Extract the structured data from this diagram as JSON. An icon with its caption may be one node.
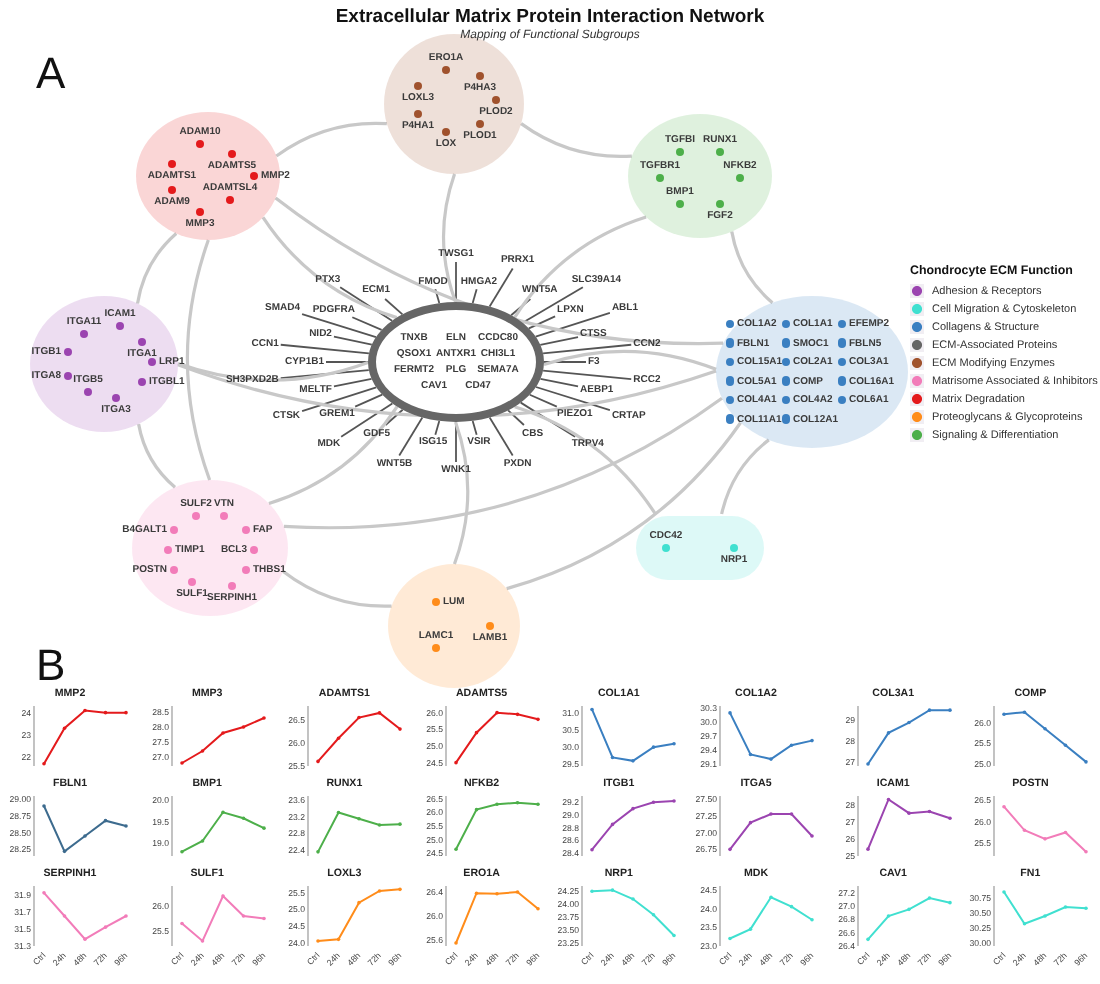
{
  "diagram": {
    "title": "Extracellular Matrix Protein Interaction Network",
    "nodes": [
      {
        "text": [],
        "shape": "circle"
      },
      {
        "text": [
          "ERO1A"
        ],
        "in": 0
      },
      {
        "text": [
          "P4HA3"
        ],
        "in": 0
      },
      {
        "text": [
          "LOXL3"
        ],
        "in": 0
      },
      {
        "text": [
          "PLOD2"
        ],
        "in": 0
      },
      {
        "text": [
          "P4HA1"
        ],
        "in": 0
      },
      {
        "text": [
          "LOX"
        ],
        "in": 0
      },
      {
        "text": [
          "PLOD1"
        ],
        "in": 0
      },
      {
        "text": [],
        "shape": "circle"
      },
      {
        "text": [
          "ADAM10"
        ],
        "in": 8
      },
      {
        "text": [
          "ADAMTS1"
        ],
        "in": 8
      },
      {
        "text": [
          "ADAMTS5"
        ],
        "in": 8
      },
      {
        "text": [
          "MMP2"
        ],
        "in": 8
      },
      {
        "text": [
          "ADAM9"
        ],
        "in": 8
      },
      {
        "text": [
          "ADAMTSL4"
        ],
        "in": 8
      },
      {
        "text": [
          "MMP3"
        ],
        "in": 8
      },
      {
        "text": [],
        "shape": "circle"
      },
      {
        "text": [
          "TGFBI"
        ],
        "in": 16
      },
      {
        "text": [
          "RUNX1"
        ],
        "in": 16
      },
      {
        "text": [
          "TGFBR1"
        ],
        "in": 16
      },
      {
        "text": [
          "NFKB2"
        ],
        "in": 16
      },
      {
        "text": [
          "BMP1"
        ],
        "in": 16
      },
      {
        "text": [
          "FGF2"
        ],
        "in": 16
      },
      {
        "text": [],
        "shape": "circle"
      },
      {
        "text": [
          "ICAM1"
        ],
        "in": 23
      },
      {
        "text": [
          "ITGA11"
        ],
        "in": 23
      },
      {
        "text": [
          "ITGB1"
        ],
        "in": 23
      },
      {
        "text": [
          "ITGA1"
        ],
        "in": 23
      },
      {
        "text": [
          "LRP1"
        ],
        "in": 23
      },
      {
        "text": [
          "ITGA8"
        ],
        "in": 23
      },
      {
        "text": [
          "ITGB5"
        ],
        "in": 23
      },
      {
        "text": [
          "ITGBL1"
        ],
        "in": 23
      },
      {
        "text": [
          "ITGA3"
        ],
        "in": 23
      },
      {
        "text": [],
        "shape": "circle"
      },
      {
        "text": [
          "COL1A2"
        ],
        "in": 33
      },
      {
        "text": [
          "COL1A1"
        ],
        "in": 33
      },
      {
        "text": [
          "EFEMP2"
        ],
        "in": 33
      },
      {
        "text": [
          "FBLN1"
        ],
        "in": 33
      },
      {
        "text": [
          "SMOC1"
        ],
        "in": 33
      },
      {
        "text": [
          "FBLN5"
        ],
        "in": 33
      },
      {
        "text": [
          "COL15A1"
        ],
        "in": 33
      },
      {
        "text": [
          "COL2A1"
        ],
        "in": 33
      },
      {
        "text": [
          "COL3A1"
        ],
        "in": 33
      },
      {
        "text": [
          "COL5A1"
        ],
        "in": 33
      },
      {
        "text": [
          "COMP"
        ],
        "in": 33
      },
      {
        "text": [
          "COL16A1"
        ],
        "in": 33
      },
      {
        "text": [
          "COL4A1"
        ],
        "in": 33
      },
      {
        "text": [
          "COL4A2"
        ],
        "in": 33
      },
      {
        "text": [
          "COL6A1"
        ],
        "in": 33
      },
      {
        "text": [
          "COL11A1"
        ],
        "in": 33
      },
      {
        "text": [
          "COL12A1"
        ],
        "in": 33
      },
      {
        "text": [],
        "shape": "circle"
      },
      {
        "text": [
          "SULF2"
        ],
        "in": 51
      },
      {
        "text": [
          "VTN"
        ],
        "in": 51
      },
      {
        "text": [
          "B4GALT1"
        ],
        "in": 51
      },
      {
        "text": [
          "FAP"
        ],
        "in": 51
      },
      {
        "text": [
          "TIMP1"
        ],
        "in": 51
      },
      {
        "text": [
          "BCL3"
        ],
        "in": 51
      },
      {
        "text": [
          "POSTN"
        ],
        "in": 51
      },
      {
        "text": [
          "THBS1"
        ],
        "in": 51
      },
      {
        "text": [
          "SULF1"
        ],
        "in": 51
      },
      {
        "text": [
          "SERPINH1"
        ],
        "in": 51
      },
      {
        "text": [],
        "shape": "circle"
      },
      {
        "text": [
          "LUM"
        ],
        "in": 62
      },
      {
        "text": [
          "LAMB1"
        ],
        "in": 62
      },
      {
        "text": [
          "LAMC1"
        ],
        "in": 62
      },
      {
        "text": [],
        "shape": "box"
      },
      {
        "text": [
          "CDC42"
        ],
        "in": 66
      },
      {
        "text": [
          "NRP1"
        ],
        "in": 66
      },
      {
        "text": [],
        "shape": "circle"
      },
      {
        "text": [
          "TNXB"
        ],
        "in": 69
      },
      {
        "text": [
          "ELN"
        ],
        "in": 69
      },
      {
        "text": [
          "CCDC80"
        ],
        "in": 69
      },
      {
        "text": [
          "QSOX1"
        ],
        "in": 69
      },
      {
        "text": [
          "ANTXR1"
        ],
        "in": 69
      },
      {
        "text": [
          "CHI3L1"
        ],
        "in": 69
      },
      {
        "text": [
          "FERMT2"
        ],
        "in": 69
      },
      {
        "text": [
          "PLG"
        ],
        "in": 69
      },
      {
        "text": [
          "SEMA7A"
        ],
        "in": 69
      },
      {
        "text": [
          "CAV1"
        ],
        "in": 69
      },
      {
        "text": [
          "CD47"
        ],
        "in": 69
      },
      {
        "text": [
          "FMOD"
        ]
      },
      {
        "text": [
          "TWSG1"
        ]
      },
      {
        "text": [
          "HMGA2"
        ]
      },
      {
        "text": [
          "PRRX1"
        ]
      },
      {
        "text": [
          "WNT5A"
        ]
      },
      {
        "text": [
          "SLC39A14"
        ]
      },
      {
        "text": [
          "LPXN"
        ]
      },
      {
        "text": [
          "ABL1"
        ]
      },
      {
        "text": [
          "CTSS"
        ]
      },
      {
        "text": [
          "CCN2"
        ]
      },
      {
        "text": [
          "F3"
        ]
      },
      {
        "text": [
          "RCC2"
        ]
      },
      {
        "text": [
          "AEBP1"
        ]
      },
      {
        "text": [
          "CRTAP"
        ]
      },
      {
        "text": [
          "PIEZO1"
        ]
      },
      {
        "text": [
          "TRPV4"
        ]
      },
      {
        "text": [
          "CBS"
        ]
      },
      {
        "text": [
          "PXDN"
        ]
      },
      {
        "text": [
          "VSIR"
        ]
      },
      {
        "text": [
          "WNK1"
        ]
      },
      {
        "text": [
          "ISG15"
        ]
      },
      {
        "text": [
          "WNT5B"
        ]
      },
      {
        "text": [
          "GDF5"
        ]
      },
      {
        "text": [
          "MDK"
        ]
      },
      {
        "text": [
          "GREM1"
        ]
      },
      {
        "text": [
          "CTSK"
        ]
      },
      {
        "text": [
          "MELTF"
        ]
      },
      {
        "text": [
          "SH3PXD2B"
        ]
      },
      {
        "text": [
          "CYP1B1"
        ]
      },
      {
        "text": [
          "CCN1"
        ]
      },
      {
        "text": [
          "NID2"
        ]
      },
      {
        "text": [
          "SMAD4"
        ]
      },
      {
        "text": [
          "PDGFRA"
        ]
      },
      {
        "text": [
          "PTX3"
        ]
      },
      {
        "text": [
          "ECM1"
        ]
      }
    ],
    "edges": [
      {
        "from": 69,
        "to": 81,
        "arrow": "none"
      },
      {
        "from": 69,
        "to": 82,
        "arrow": "none"
      },
      {
        "from": 69,
        "to": 83,
        "arrow": "none"
      },
      {
        "from": 69,
        "to": 84,
        "arrow": "none"
      },
      {
        "from": 69,
        "to": 85,
        "arrow": "none"
      },
      {
        "from": 69,
        "to": 86,
        "arrow": "none"
      },
      {
        "from": 69,
        "to": 87,
        "arrow": "none"
      },
      {
        "from": 69,
        "to": 88,
        "arrow": "none"
      },
      {
        "from": 69,
        "to": 89,
        "arrow": "none"
      },
      {
        "from": 69,
        "to": 90,
        "arrow": "none"
      },
      {
        "from": 69,
        "to": 91,
        "arrow": "none"
      },
      {
        "from": 69,
        "to": 92,
        "arrow": "none"
      },
      {
        "from": 69,
        "to": 93,
        "arrow": "none"
      },
      {
        "from": 69,
        "to": 94,
        "arrow": "none"
      },
      {
        "from": 69,
        "to": 95,
        "arrow": "none"
      },
      {
        "from": 69,
        "to": 96,
        "arrow": "none"
      },
      {
        "from": 69,
        "to": 97,
        "arrow": "none"
      },
      {
        "from": 69,
        "to": 98,
        "arrow": "none"
      },
      {
        "from": 69,
        "to": 99,
        "arrow": "none"
      },
      {
        "from": 69,
        "to": 100,
        "arrow": "none"
      },
      {
        "from": 69,
        "to": 101,
        "arrow": "none"
      },
      {
        "from": 69,
        "to": 102,
        "arrow": "none"
      },
      {
        "from": 69,
        "to": 103,
        "arrow": "none"
      },
      {
        "from": 69,
        "to": 104,
        "arrow": "none"
      },
      {
        "from": 69,
        "to": 105,
        "arrow": "none"
      },
      {
        "from": 69,
        "to": 106,
        "arrow": "none"
      },
      {
        "from": 69,
        "to": 107,
        "arrow": "none"
      },
      {
        "from": 69,
        "to": 108,
        "arrow": "none"
      },
      {
        "from": 69,
        "to": 109,
        "arrow": "none"
      },
      {
        "from": 69,
        "to": 110,
        "arrow": "none"
      },
      {
        "from": 69,
        "to": 111,
        "arrow": "none"
      },
      {
        "from": 69,
        "to": 112,
        "arrow": "none"
      },
      {
        "from": 69,
        "to": 113,
        "arrow": "none"
      },
      {
        "from": 69,
        "to": 114,
        "arrow": "none"
      },
      {
        "from": 69,
        "to": 115,
        "arrow": "none"
      },
      {
        "from": 0,
        "to": 69,
        "arrow": "none",
        "color": "#c8c8c8"
      },
      {
        "from": 8,
        "to": 69,
        "arrow": "none",
        "color": "#c8c8c8"
      },
      {
        "from": 16,
        "to": 69,
        "arrow": "none",
        "color": "#c8c8c8"
      },
      {
        "from": 23,
        "to": 69,
        "arrow": "none",
        "color": "#c8c8c8"
      },
      {
        "from": 33,
        "to": 69,
        "arrow": "none",
        "color": "#c8c8c8"
      },
      {
        "from": 51,
        "to": 69,
        "arrow": "none",
        "color": "#c8c8c8"
      },
      {
        "from": 62,
        "to": 69,
        "arrow": "none",
        "color": "#c8c8c8"
      },
      {
        "from": 66,
        "to": 69,
        "arrow": "none",
        "color": "#c8c8c8"
      },
      {
        "from": 8,
        "to": 23,
        "arrow": "none",
        "color": "#c8c8c8"
      },
      {
        "from": 8,
        "to": 51,
        "arrow": "none",
        "color": "#c8c8c8"
      },
      {
        "from": 23,
        "to": 51,
        "arrow": "none",
        "color": "#c8c8c8"
      },
      {
        "from": 0,
        "to": 16,
        "arrow": "none",
        "color": "#c8c8c8"
      },
      {
        "from": 16,
        "to": 33,
        "arrow": "none",
        "color": "#c8c8c8"
      },
      {
        "from": 51,
        "to": 62,
        "arrow": "none",
        "color": "#c8c8c8"
      },
      {
        "from": 33,
        "to": 66,
        "arrow": "none",
        "color": "#c8c8c8"
      },
      {
        "from": 0,
        "to": 8,
        "arrow": "none",
        "color": "#c8c8c8"
      },
      {
        "from": 23,
        "to": 33,
        "arrow": "none",
        "color": "#c8c8c8"
      },
      {
        "from": 8,
        "to": 33,
        "arrow": "none",
        "color": "#c8c8c8"
      },
      {
        "from": 51,
        "to": 33,
        "arrow": "none",
        "color": "#c8c8c8"
      },
      {
        "from": 62,
        "to": 33,
        "arrow": "none",
        "color": "#c8c8c8"
      }
    ],
    "labels": [
      "A",
      "Mapping of Functional Subgroups",
      "Chondrocyte ECM Function",
      "B"
    ],
    "legend": [
      {
        "text": "Adhesion & Receptors",
        "color": "#9b44b0"
      },
      {
        "text": "Cell Migration & Cytoskeleton",
        "color": "#40e0d0"
      },
      {
        "text": "Collagens & Structure",
        "color": "#3a7fc1"
      },
      {
        "text": "ECM-Associated Proteins",
        "color": "#666666"
      },
      {
        "text": "ECM Modifying Enzymes",
        "color": "#a0522d"
      },
      {
        "text": "Matrisome Associated & Inhibitors",
        "color": "#f27cb9"
      },
      {
        "text": "Matrix Degradation",
        "color": "#e41a1c"
      },
      {
        "text": "Proteoglycans & Glycoproteins",
        "color": "#ff8c1a"
      },
      {
        "text": "Signaling & Differentiation",
        "color": "#4daf4a"
      }
    ],
    "chart_data": [
      {
        "type": "line",
        "title": "MMP2",
        "ylim": [
          21.6,
          24.3
        ],
        "yticks": [
          22,
          23,
          24
        ],
        "series": [
          {
            "color": "#e41a1c",
            "values": [
              21.7,
              23.3,
              24.1,
              24.0,
              24.0
            ]
          }
        ]
      },
      {
        "type": "line",
        "title": "MMP3",
        "ylim": [
          26.7,
          28.7
        ],
        "yticks": [
          {
            "value": 27,
            "label": "27.0"
          },
          27.5,
          {
            "value": 28,
            "label": "28.0"
          },
          28.5
        ],
        "series": [
          {
            "color": "#e41a1c",
            "values": [
              26.8,
              27.2,
              27.8,
              28.0,
              28.3
            ]
          }
        ]
      },
      {
        "type": "line",
        "title": "ADAMTS1",
        "ylim": [
          25.5,
          26.8
        ],
        "yticks": [
          25.5,
          {
            "value": 26,
            "label": "26.0"
          },
          26.5
        ],
        "series": [
          {
            "color": "#e41a1c",
            "values": [
              25.6,
              26.1,
              26.55,
              26.65,
              26.3
            ]
          }
        ]
      },
      {
        "type": "line",
        "title": "ADAMTS5",
        "ylim": [
          24.4,
          26.2
        ],
        "yticks": [
          24.5,
          {
            "value": 25,
            "label": "25.0"
          },
          25.5,
          {
            "value": 26,
            "label": "26.0"
          }
        ],
        "series": [
          {
            "color": "#e41a1c",
            "values": [
              24.5,
              25.4,
              26.0,
              25.95,
              25.8
            ]
          }
        ]
      },
      {
        "type": "line",
        "title": "COL1A1",
        "ylim": [
          29.45,
          31.2
        ],
        "yticks": [
          29.5,
          {
            "value": 30,
            "label": "30.0"
          },
          30.5,
          {
            "value": 31,
            "label": "31.0"
          }
        ],
        "series": [
          {
            "color": "#3a7fc1",
            "values": [
              31.1,
              29.7,
              29.6,
              30.0,
              30.1
            ]
          }
        ]
      },
      {
        "type": "line",
        "title": "COL1A2",
        "ylim": [
          29.05,
          30.35
        ],
        "yticks": [
          29.1,
          29.4,
          29.7,
          {
            "value": 30,
            "label": "30.0"
          },
          30.3
        ],
        "series": [
          {
            "color": "#3a7fc1",
            "values": [
              30.2,
              29.3,
              29.2,
              29.5,
              29.6
            ]
          }
        ]
      },
      {
        "type": "line",
        "title": "COL3A1",
        "ylim": [
          26.8,
          29.7
        ],
        "yticks": [
          27,
          28,
          29
        ],
        "series": [
          {
            "color": "#3a7fc1",
            "values": [
              26.9,
              28.4,
              28.9,
              29.5,
              29.5
            ]
          }
        ]
      },
      {
        "type": "line",
        "title": "COMP",
        "ylim": [
          24.95,
          26.4
        ],
        "yticks": [
          {
            "value": 25,
            "label": "25.0"
          },
          25.5,
          {
            "value": 26,
            "label": "26.0"
          }
        ],
        "series": [
          {
            "color": "#3a7fc1",
            "values": [
              26.2,
              26.25,
              25.85,
              25.45,
              25.05
            ]
          }
        ]
      },
      {
        "type": "line",
        "title": "FBLN1",
        "ylim": [
          28.15,
          29.05
        ],
        "yticks": [
          28.25,
          {
            "value": 28.5,
            "label": "28.50"
          },
          28.75,
          {
            "value": 29,
            "label": "29.00"
          }
        ],
        "series": [
          {
            "color": "#3d6b8e",
            "values": [
              28.9,
              28.22,
              28.45,
              28.68,
              28.6
            ]
          }
        ]
      },
      {
        "type": "line",
        "title": "BMP1",
        "ylim": [
          18.7,
          20.1
        ],
        "yticks": [
          {
            "value": 19,
            "label": "19.0"
          },
          19.5,
          {
            "value": 20,
            "label": "20.0"
          }
        ],
        "series": [
          {
            "color": "#4daf4a",
            "values": [
              18.8,
              19.05,
              19.72,
              19.58,
              19.35
            ]
          }
        ]
      },
      {
        "type": "line",
        "title": "RUNX1",
        "ylim": [
          22.25,
          23.7
        ],
        "yticks": [
          22.4,
          22.8,
          23.2,
          23.6
        ],
        "series": [
          {
            "color": "#4daf4a",
            "values": [
              22.35,
              23.3,
              23.15,
              23.0,
              23.02
            ]
          }
        ]
      },
      {
        "type": "line",
        "title": "NFKB2",
        "ylim": [
          24.4,
          26.6
        ],
        "yticks": [
          24.5,
          {
            "value": 25,
            "label": "25.0"
          },
          25.5,
          {
            "value": 26,
            "label": "26.0"
          },
          26.5
        ],
        "series": [
          {
            "color": "#4daf4a",
            "values": [
              24.65,
              26.1,
              26.3,
              26.35,
              26.3
            ]
          }
        ]
      },
      {
        "type": "line",
        "title": "ITGB1",
        "ylim": [
          28.35,
          29.3
        ],
        "yticks": [
          28.4,
          28.6,
          28.8,
          {
            "value": 29,
            "label": "29.0"
          },
          29.2
        ],
        "series": [
          {
            "color": "#9b44b0",
            "values": [
              28.45,
              28.85,
              29.1,
              29.2,
              29.22
            ]
          }
        ]
      },
      {
        "type": "line",
        "title": "ITGA5",
        "ylim": [
          26.65,
          27.55
        ],
        "yticks": [
          26.75,
          {
            "value": 27,
            "label": "27.00"
          },
          27.25,
          {
            "value": 27.5,
            "label": "27.50"
          }
        ],
        "series": [
          {
            "color": "#9b44b0",
            "values": [
              26.75,
              27.15,
              27.28,
              27.28,
              26.95
            ]
          }
        ]
      },
      {
        "type": "line",
        "title": "ICAM1",
        "ylim": [
          25,
          28.5
        ],
        "yticks": [
          25,
          26,
          27,
          28
        ],
        "series": [
          {
            "color": "#9b44b0",
            "values": [
              25.4,
              28.3,
              27.5,
              27.6,
              27.2
            ]
          }
        ]
      },
      {
        "type": "line",
        "title": "POSTN",
        "ylim": [
          25.2,
          26.6
        ],
        "yticks": [
          25.5,
          {
            "value": 26,
            "label": "26.0"
          },
          26.5
        ],
        "series": [
          {
            "color": "#f27cb9",
            "values": [
              26.35,
              25.8,
              25.6,
              25.75,
              25.3
            ]
          }
        ]
      },
      {
        "type": "line",
        "title": "SERPINH1",
        "ylim": [
          31.3,
          32.0
        ],
        "categories": [
          "Ctrl",
          "24h",
          "48h",
          "72h",
          "96h"
        ],
        "yticks": [
          31.3,
          31.5,
          31.7,
          31.9
        ],
        "series": [
          {
            "color": "#f27cb9",
            "values": [
              31.92,
              31.65,
              31.38,
              31.52,
              31.65
            ]
          }
        ]
      },
      {
        "type": "line",
        "title": "SULF1",
        "ylim": [
          25.2,
          26.4
        ],
        "categories": [
          "Ctrl",
          "24h",
          "48h",
          "72h",
          "96h"
        ],
        "yticks": [
          25.5,
          {
            "value": 26,
            "label": "26.0"
          }
        ],
        "series": [
          {
            "color": "#f27cb9",
            "values": [
              25.65,
              25.3,
              26.2,
              25.8,
              25.75
            ]
          }
        ]
      },
      {
        "type": "line",
        "title": "LOXL3",
        "ylim": [
          23.9,
          25.7
        ],
        "categories": [
          "Ctrl",
          "24h",
          "48h",
          "72h",
          "96h"
        ],
        "yticks": [
          {
            "value": 24,
            "label": "24.0"
          },
          24.5,
          {
            "value": 25,
            "label": "25.0"
          },
          25.5
        ],
        "series": [
          {
            "color": "#ff8c1a",
            "values": [
              24.05,
              24.1,
              25.2,
              25.55,
              25.6
            ]
          }
        ]
      },
      {
        "type": "line",
        "title": "ERO1A",
        "ylim": [
          25.5,
          26.5
        ],
        "categories": [
          "Ctrl",
          "24h",
          "48h",
          "72h",
          "96h"
        ],
        "yticks": [
          25.6,
          {
            "value": 26,
            "label": "26.0"
          },
          26.4
        ],
        "series": [
          {
            "color": "#ff8c1a",
            "values": [
              25.55,
              26.38,
              26.37,
              26.4,
              26.12
            ]
          }
        ]
      },
      {
        "type": "line",
        "title": "NRP1",
        "ylim": [
          23.2,
          24.35
        ],
        "categories": [
          "Ctrl",
          "24h",
          "48h",
          "72h",
          "96h"
        ],
        "yticks": [
          23.25,
          {
            "value": 23.5,
            "label": "23.50"
          },
          23.75,
          {
            "value": 24,
            "label": "24.00"
          },
          24.25
        ],
        "series": [
          {
            "color": "#40e0d0",
            "values": [
              24.25,
              24.27,
              24.1,
              23.8,
              23.4
            ]
          }
        ]
      },
      {
        "type": "line",
        "title": "MDK",
        "ylim": [
          23.0,
          24.6
        ],
        "categories": [
          "Ctrl",
          "24h",
          "48h",
          "72h",
          "96h"
        ],
        "yticks": [
          {
            "value": 23,
            "label": "23.0"
          },
          23.5,
          {
            "value": 24,
            "label": "24.0"
          },
          24.5
        ],
        "series": [
          {
            "color": "#40e0d0",
            "values": [
              23.2,
              23.45,
              24.3,
              24.05,
              23.7
            ]
          }
        ]
      },
      {
        "type": "line",
        "title": "CAV1",
        "ylim": [
          26.4,
          27.3
        ],
        "categories": [
          "Ctrl",
          "24h",
          "48h",
          "72h",
          "96h"
        ],
        "yticks": [
          26.4,
          26.6,
          26.8,
          {
            "value": 27,
            "label": "27.0"
          },
          27.2
        ],
        "series": [
          {
            "color": "#40e0d0",
            "values": [
              26.5,
              26.85,
              26.95,
              27.12,
              27.05
            ]
          }
        ]
      },
      {
        "type": "line",
        "title": "FN1",
        "ylim": [
          29.95,
          30.95
        ],
        "categories": [
          "Ctrl",
          "24h",
          "48h",
          "72h",
          "96h"
        ],
        "yticks": [
          {
            "value": 30,
            "label": "30.00"
          },
          30.25,
          {
            "value": 30.5,
            "label": "30.50"
          },
          30.75
        ],
        "series": [
          {
            "color": "#40e0d0",
            "values": [
              30.85,
              30.32,
              30.45,
              30.6,
              30.58
            ]
          }
        ]
      }
    ]
  }
}
